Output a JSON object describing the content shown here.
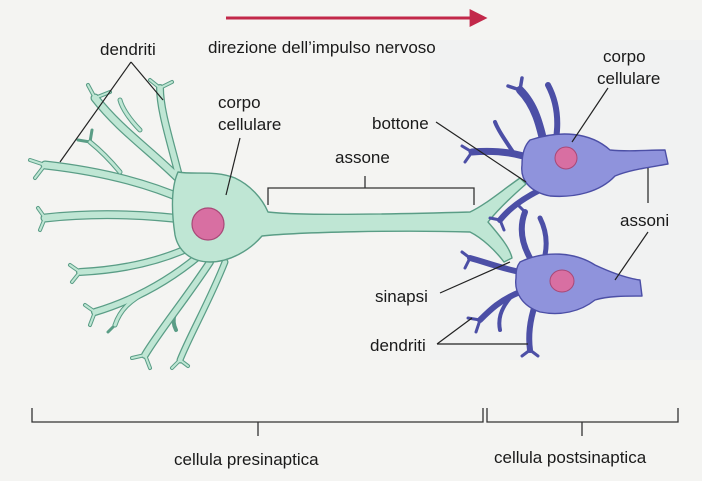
{
  "labels": {
    "direction": "direzione dell’impulso nervoso",
    "dendrites_top": "dendriti",
    "cell_body_left": [
      "corpo",
      "cellulare"
    ],
    "axon": "assone",
    "button": "bottone",
    "cell_body_right": [
      "corpo",
      "cellulare"
    ],
    "axons": "assoni",
    "synapses": "sinapsi",
    "dendrites_bottom": "dendriti",
    "presynaptic_cell": "cellula presinaptica",
    "postsynaptic_cell": "cellula postsinaptica"
  },
  "colors": {
    "presynaptic_fill": "#bfe6d4",
    "presynaptic_stroke": "#5a9d86",
    "postsynaptic_fill": "#8f93dc",
    "postsynaptic_stroke": "#4c4fa6",
    "nucleus_fill": "#d86fa2",
    "arrow": "#c2284a"
  }
}
